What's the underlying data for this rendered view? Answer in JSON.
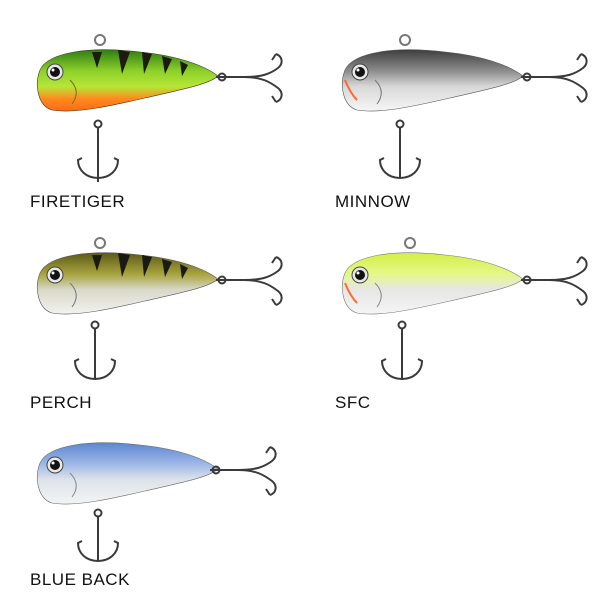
{
  "lures": [
    {
      "id": "firetiger",
      "label": "FIRETIGER",
      "colors": {
        "back": "#2f7d12",
        "body": "#8fd12a",
        "belly": "#ff7a1e",
        "stripe": "#1b1b10"
      }
    },
    {
      "id": "minnow",
      "label": "MINNOW",
      "colors": {
        "back": "#4a4a4a",
        "body": "#bdbdbd",
        "belly": "#f2f2f2",
        "stripe": "none"
      }
    },
    {
      "id": "perch",
      "label": "PERCH",
      "colors": {
        "back": "#6b6a1d",
        "body": "#b6b24a",
        "belly": "#eeeeee",
        "stripe": "#1a1a12"
      }
    },
    {
      "id": "sfc",
      "label": "SFC",
      "colors": {
        "back": "#d9f25a",
        "body": "#e8f78a",
        "belly": "#f3f3f3",
        "stripe": "none"
      }
    },
    {
      "id": "blueback",
      "label": "BLUE BACK",
      "colors": {
        "back": "#6f93d6",
        "body": "#a9c0e8",
        "belly": "#f0f0f0",
        "stripe": "none"
      }
    }
  ],
  "icons": {
    "hook": "treble-hook-icon",
    "eye": "fish-eye-icon"
  }
}
